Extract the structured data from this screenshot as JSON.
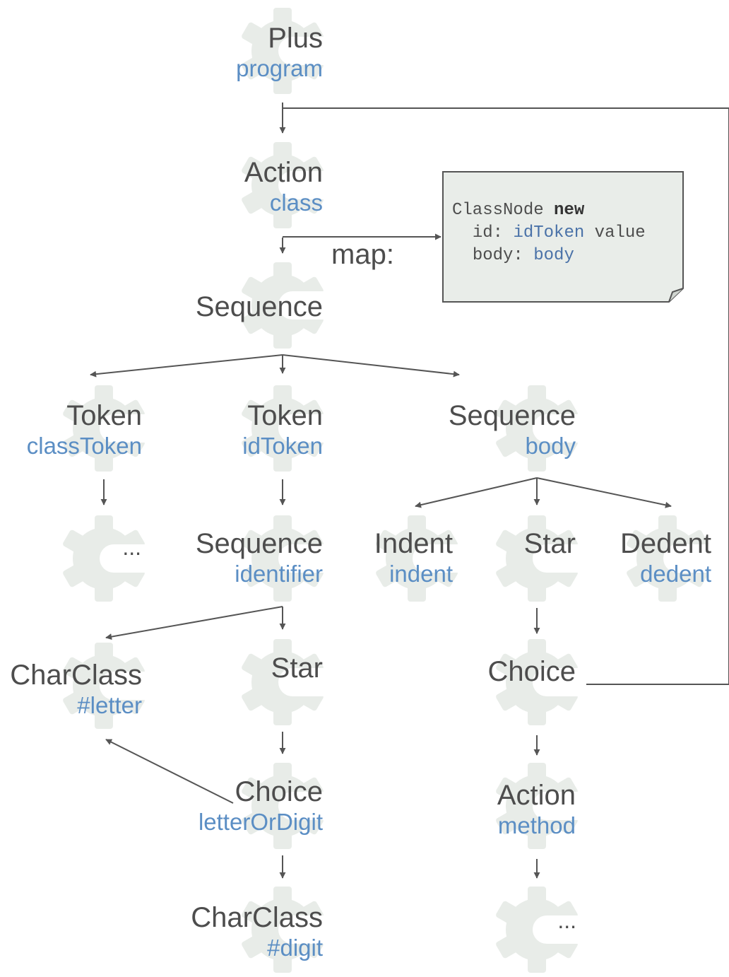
{
  "nodes": [
    {
      "type": "Plus",
      "name": "program"
    },
    {
      "type": "Action",
      "name": "class"
    },
    {
      "type": "Sequence",
      "name": ""
    },
    {
      "type": "Token",
      "name": "classToken"
    },
    {
      "type": "Token",
      "name": "idToken"
    },
    {
      "type": "Sequence",
      "name": "body"
    },
    {
      "type": "",
      "name": "",
      "ellipsis": "..."
    },
    {
      "type": "Sequence",
      "name": "identifier"
    },
    {
      "type": "Indent",
      "name": "indent"
    },
    {
      "type": "Star",
      "name": ""
    },
    {
      "type": "Dedent",
      "name": "dedent"
    },
    {
      "type": "CharClass",
      "name": "#letter"
    },
    {
      "type": "Star",
      "name": ""
    },
    {
      "type": "Choice",
      "name": ""
    },
    {
      "type": "Choice",
      "name": "letterOrDigit"
    },
    {
      "type": "Action",
      "name": "method"
    },
    {
      "type": "CharClass",
      "name": "#digit"
    },
    {
      "type": "",
      "name": "",
      "ellipsis": "..."
    }
  ],
  "map_label": "map:",
  "note": {
    "line1": {
      "class_name": "ClassNode",
      "keyword": "new"
    },
    "line2": {
      "key": "id:",
      "ref": "idToken",
      "suffix": "value"
    },
    "line3": {
      "key": "body:",
      "ref": "body"
    }
  },
  "colors": {
    "text": "#4d4d4d",
    "name": "#5b8ec4",
    "gear": "#e8ece8",
    "edge": "#555555",
    "note_fill": "#e9ede9"
  }
}
